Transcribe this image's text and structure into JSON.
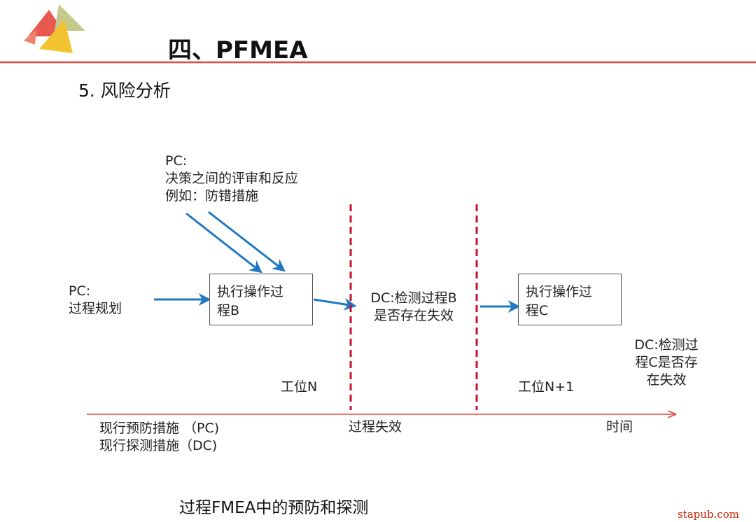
{
  "header": {
    "title": "四、PFMEA",
    "accent_color": "#e24a3b",
    "logo_colors": [
      "#e85a4f",
      "#f4c430",
      "#c5c98a"
    ]
  },
  "section": {
    "title": "5. 风险分析"
  },
  "diagram": {
    "pc_top": {
      "line1": "PC:",
      "line2": "决策之间的评审和反应",
      "line3": "例如：防错措施"
    },
    "pc_left": {
      "line1": "PC:",
      "line2": "过程规划"
    },
    "box_b": {
      "line1": "执行操作过",
      "line2": "程B"
    },
    "box_c": {
      "line1": "执行操作过",
      "line2": "程C"
    },
    "dc_b": {
      "line1": "DC:检测过程B",
      "line2": "是否存在失效"
    },
    "dc_c": {
      "line1": "DC:检测过",
      "line2": "程C是否存",
      "line3": "在失效"
    },
    "station_n": "工位N",
    "station_n1": "工位N+1",
    "process_failure": "过程失效",
    "time": "时间",
    "legend": {
      "pc": "现行预防措施 （PC)",
      "dc": "现行探测措施（DC)"
    },
    "colors": {
      "arrow": "#1f78c1",
      "divider": "#c8102e",
      "timeline": "#e24a3b",
      "box_border": "#555555"
    }
  },
  "caption": "过程FMEA中的预防和探测",
  "watermark": "stapub.com"
}
